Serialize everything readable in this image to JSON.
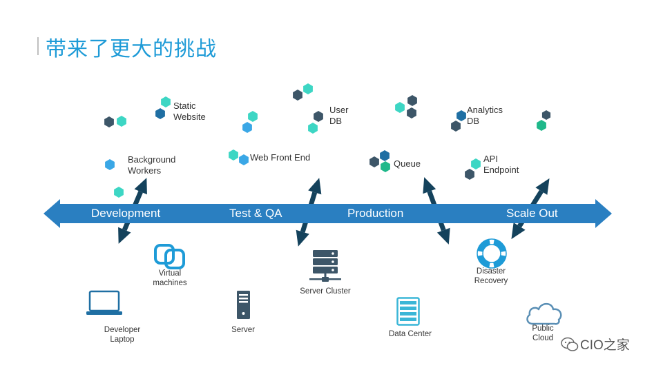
{
  "title": "带来了更大的挑战",
  "stages": [
    "Development",
    "Test & QA",
    "Production",
    "Scale Out"
  ],
  "services": {
    "static_website": "Static\nWebsite",
    "background_workers": "Background\nWorkers",
    "web_front_end": "Web Front End",
    "user_db": "User\nDB",
    "queue": "Queue",
    "analytics_db": "Analytics\nDB",
    "api_endpoint": "API\nEndpoint"
  },
  "infrastructure": {
    "virtual_machines": "Virtual\nmachines",
    "developer_laptop": "Developer\nLaptop",
    "server": "Server",
    "server_cluster": "Server Cluster",
    "data_center": "Data Center",
    "disaster_recovery": "Disaster\nRecovery",
    "public_cloud": "Public\nCloud"
  },
  "watermark": "CIO之家",
  "colors": {
    "title": "#1e9bd7",
    "timeline": "#2a7fc1",
    "arrow": "#14425c",
    "hex_dark": "#3d5668",
    "hex_teal": "#3dd6c4",
    "hex_blue": "#3aa7e6",
    "hex_navy": "#1f6fa3",
    "hex_green": "#1fb88a"
  }
}
